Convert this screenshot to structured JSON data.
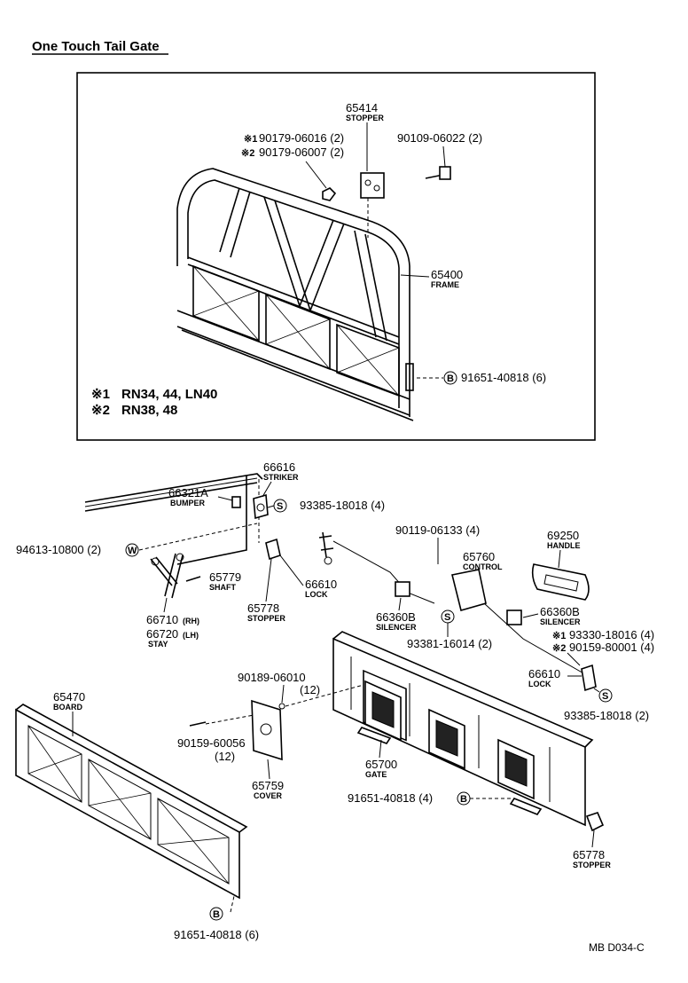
{
  "title": "One Touch Tail Gate",
  "footer_ref": "MB  D034-C",
  "notes": {
    "n1_mark": "※1",
    "n1_text": "RN34, 44, LN40",
    "n2_mark": "※2",
    "n2_text": "RN38, 48"
  },
  "callouts": {
    "c65414_no": "65414",
    "c65414_nm": "STOPPER",
    "c90179a_mk": "※1",
    "c90179a_no": "90179-06016 (2)",
    "c90179b_mk": "※2",
    "c90179b_no": "90179-06007 (2)",
    "c90109_no": "90109-06022 (2)",
    "c65400_no": "65400",
    "c65400_nm": "FRAME",
    "c91651a_sym": "B",
    "c91651a_no": "91651-40818 (6)",
    "c66616_no": "66616",
    "c66616_nm": "STRIKER",
    "c66321_no": "66321A",
    "c66321_nm": "BUMPER",
    "c93385a_sym": "S",
    "c93385a_no": "93385-18018 (4)",
    "c94613_no": "94613-10800 (2)",
    "c94613_sym": "W",
    "c65779_no": "65779",
    "c65779_nm": "SHAFT",
    "c65778a_no": "65778",
    "c65778a_nm": "STOPPER",
    "c66610a_no": "66610",
    "c66610a_nm": "LOCK",
    "c66710_no": "66710",
    "c66710_sfx": "(RH)",
    "c66720_no": "66720",
    "c66720_sfx": "(LH)",
    "c66720_nm": "STAY",
    "c90119_no": "90119-06133 (4)",
    "c65760_no": "65760",
    "c65760_nm": "CONTROL",
    "c69250_no": "69250",
    "c69250_nm": "HANDLE",
    "c66360a_no": "66360B",
    "c66360a_nm": "SILENCER",
    "c66360b_no": "66360B",
    "c66360b_nm": "SILENCER",
    "c93381_sym": "S",
    "c93381_no": "93381-16014 (2)",
    "c93330_mk": "※1",
    "c93330_no": "93330-18016 (4)",
    "c90159b_mk": "※2",
    "c90159b_no": "90159-80001 (4)",
    "c66610b_no": "66610",
    "c66610b_nm": "LOCK",
    "c93385b_sym": "S",
    "c93385b_no": "93385-18018 (2)",
    "c65470_no": "65470",
    "c65470_nm": "BOARD",
    "c90189_no": "90189-06010",
    "c90189_qty": "(12)",
    "c90159a_no": "90159-60056",
    "c90159a_qty": "(12)",
    "c65759_no": "65759",
    "c65759_nm": "COVER",
    "c65700_no": "65700",
    "c65700_nm": "GATE",
    "c91651b_no": "91651-40818 (4)",
    "c91651b_sym": "B",
    "c65778b_no": "65778",
    "c65778b_nm": "STOPPER",
    "c91651c_sym": "B",
    "c91651c_no": "91651-40818 (6)"
  }
}
